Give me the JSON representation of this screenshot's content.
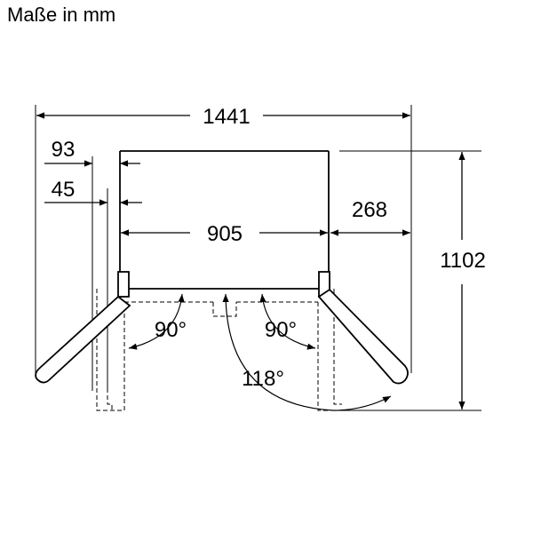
{
  "title": "Maße in mm",
  "dimensions": {
    "total_width": "1441",
    "left_offset_top": "93",
    "left_offset_bottom": "45",
    "cabinet_width": "905",
    "right_offset": "268",
    "depth": "1102"
  },
  "angles": {
    "left": "90°",
    "right": "90°",
    "max": "118°"
  },
  "colors": {
    "line": "#000000",
    "background": "#ffffff"
  }
}
